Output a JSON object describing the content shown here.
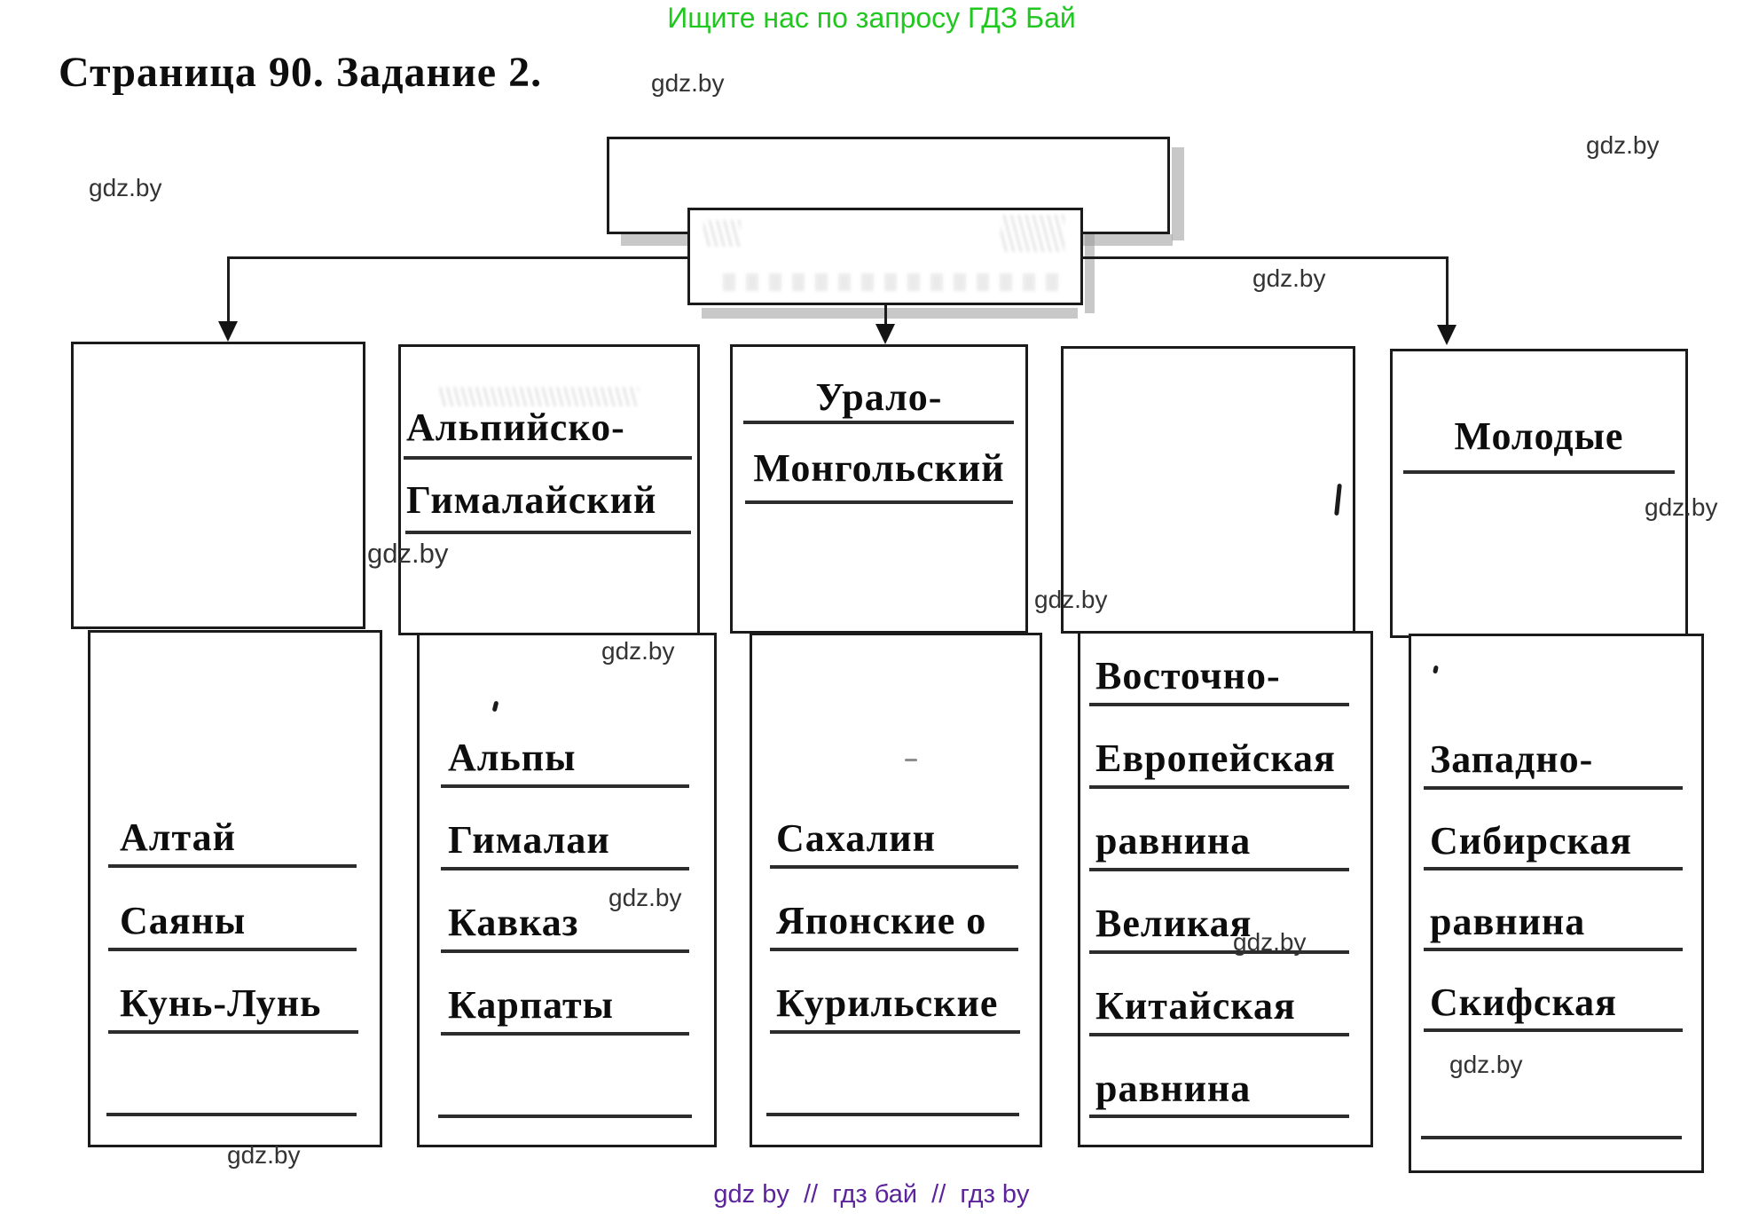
{
  "banner": {
    "text": "Ищите нас по запросу ГДЗ Бай",
    "color": "#1fc71f"
  },
  "header": {
    "title": "Страница 90. Задание 2."
  },
  "watermark": {
    "text": "gdz.by"
  },
  "footer": {
    "text": "gdz by  //  гдз бай  //  гдз by",
    "color": "#5c239b"
  },
  "diagram": {
    "top_box_label": "",
    "sub_top_box_label": "",
    "columns": [
      {
        "header_lines": [],
        "items": [
          "Алтай",
          "Саяны",
          "Кунь-Лунь"
        ]
      },
      {
        "header_lines": [
          "Альпийско-",
          "Гималайский"
        ],
        "items": [
          "Альпы",
          "Гималаи",
          "Кавказ",
          "Карпаты"
        ]
      },
      {
        "header_lines": [
          "Урало-",
          "Монгольский"
        ],
        "items": [
          "Сахалин",
          "Японские о",
          "Курильские"
        ]
      },
      {
        "header_lines": [],
        "items": [
          "Восточно-",
          "Европейская",
          "равнина",
          "Великая",
          "Китайская",
          "равнина"
        ]
      },
      {
        "header_lines": [
          "Молодые"
        ],
        "items": [
          "Западно-",
          "Сибирская",
          "равнина",
          "Скифская"
        ]
      }
    ]
  }
}
